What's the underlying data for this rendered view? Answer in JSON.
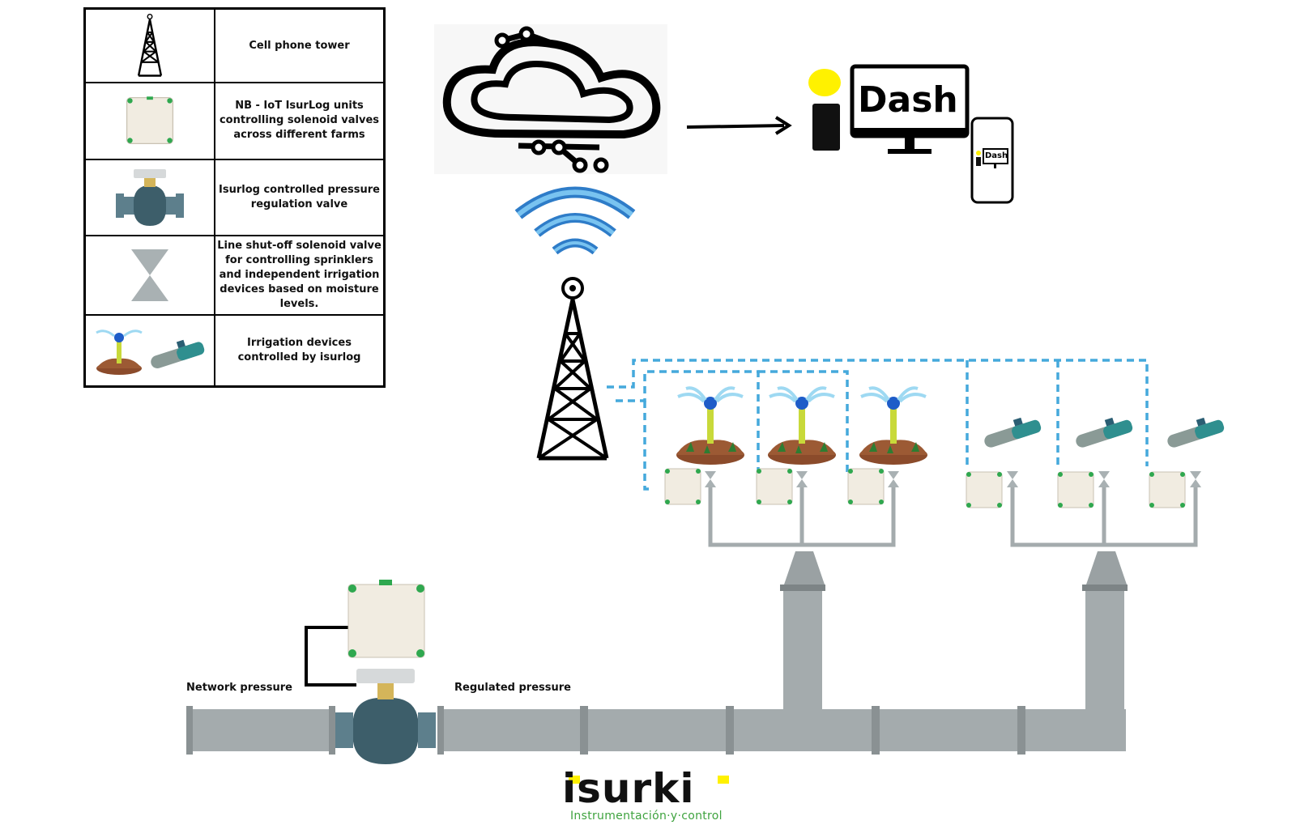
{
  "legend": {
    "rows": [
      {
        "icon": "cell-tower-icon",
        "text": "Cell phone tower"
      },
      {
        "icon": "isurlog-unit-icon",
        "text": "NB - IoT IsurLog units controlling solenoid valves across different farms"
      },
      {
        "icon": "pressure-valve-icon",
        "text": "Isurlog controlled pressure regulation valve"
      },
      {
        "icon": "solenoid-valve-icon",
        "text": "Line shut-off solenoid valve for controlling sprinklers and independent irrigation devices based on moisture levels."
      },
      {
        "icon": "irrigation-devices-icon",
        "text": "Irrigation devices controlled by isurlog"
      }
    ]
  },
  "labels": {
    "network_pressure": "Network pressure",
    "regulated_pressure": "Regulated pressure"
  },
  "dashboard": {
    "monitor_text": "Dash",
    "phone_text": "Dash"
  },
  "logo": {
    "name": "isurki",
    "tagline": "Instrumentación·y·control"
  },
  "colors": {
    "pipe": "#a4abad",
    "pipe_dark": "#7d8486",
    "valve_body": "#3d5e6a",
    "signal_dash": "#45a9dc",
    "unit_box": "#f1ece1",
    "unit_led": "#2fa84f",
    "dash_yellow": "#fff100",
    "logo_green": "#3fa33f"
  }
}
